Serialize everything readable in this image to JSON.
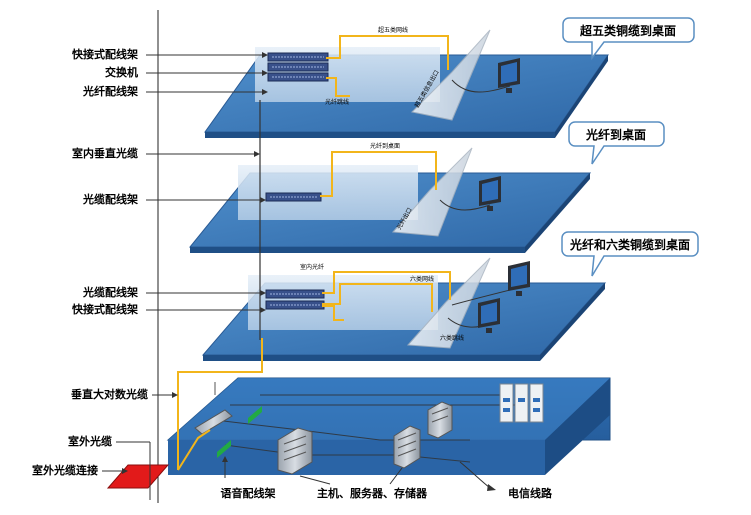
{
  "left_labels": {
    "quick_patch_rack": "快接式配线架",
    "switch": "交换机",
    "fiber_patch_rack_top": "光纤配线架",
    "indoor_vertical_cable": "室内垂直光缆",
    "optical_cable_patch_rack_2": "光缆配线架",
    "optical_cable_patch_rack_3": "光缆配线架",
    "quick_patch_rack_3": "快接式配线架",
    "vertical_large_pair_cable": "垂直大对数光缆",
    "outdoor_cable": "室外光缆",
    "outdoor_cable_connection": "室外光缆连接"
  },
  "callouts": {
    "floor1": "超五类铜缆到桌面",
    "floor2": "光纤到桌面",
    "floor3": "光纤和六类铜缆到桌面"
  },
  "small_labels": {
    "f1_copper_cable": "超五类网线",
    "f1_fiber_jumper": "光纤跳线",
    "f1_outlet": "超五类信息出口",
    "f2_fiber_to_desk": "光纤到桌面",
    "f2_fiber_outlet": "光纤出口",
    "f3_indoor_fiber": "室内光纤",
    "f3_cat6_cable": "六类网线",
    "f3_cat6_jumper": "六类跳线"
  },
  "bottom_labels": {
    "voice_patch_rack": "语音配线架",
    "host_server_storage": "主机、服务器、存储器",
    "telecom_line": "电信线路"
  },
  "colors": {
    "floor_top": "#3a78b8",
    "floor_side": "#1f4f86",
    "room_wall": "#c9dcee",
    "cable_yellow": "#f2b51b",
    "panel_glass": "#dfe6ee",
    "callout_border": "#5a8fc2",
    "device_green": "#22aa44",
    "red_pad": "#e21a1a"
  }
}
